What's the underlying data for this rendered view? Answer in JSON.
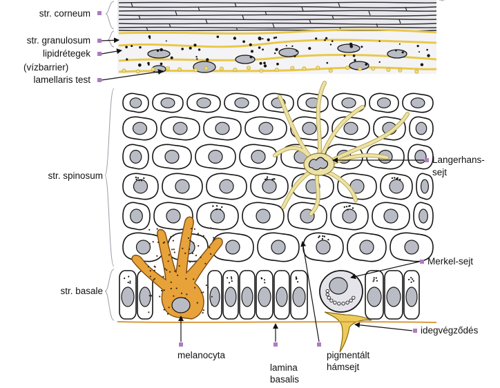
{
  "colors": {
    "corneum_fill": "#e9e8ee",
    "corneum_layer_line": "#2b2b2b",
    "lipid_yellow": "#e8c84a",
    "cell_outline": "#141414",
    "nucleus_fill": "#b9bcc4",
    "langerhans_fill": "#ece2a8",
    "melanocyte_fill": "#e8a23a",
    "merkel_fill": "#e4e4ea",
    "nerve_fill": "#eccb5a",
    "basal_line": "#d99a3c",
    "marker": "#b07ac2"
  },
  "icons": {
    "marker": "square-marker-icon",
    "pointer": "arrow-icon"
  },
  "labels": {
    "str_corneum": "str. corneum",
    "str_granulosum": "str. granulosum",
    "lipidretegek": "lipidrétegek",
    "vizbarrier": "(vízbarrier)",
    "lamellaris_test": "lamellaris test",
    "str_spinosum": "str. spinosum",
    "str_basale": "str. basale",
    "langerhans_line1": "Langerhans-",
    "langerhans_line2": "sejt",
    "merkel": "Merkel-sejt",
    "idegvegzodes": "idegvégződés",
    "melanocyta": "melanocyta",
    "lamina_line1": "lamina",
    "lamina_line2": "basalis",
    "pigmentalt_line1": "pigmentált",
    "pigmentalt_line2": "hámsejt"
  }
}
